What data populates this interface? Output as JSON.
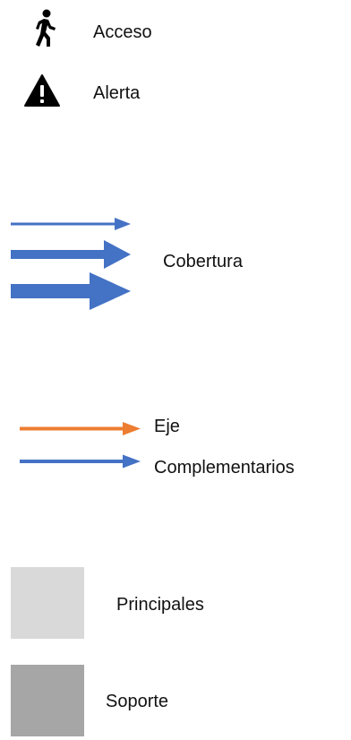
{
  "legend": {
    "icons": [
      {
        "icon": "walking-person-icon",
        "label": "Acceso"
      },
      {
        "icon": "warning-triangle-icon",
        "label": "Alerta"
      }
    ],
    "coverage": {
      "label": "Cobertura",
      "color": "#4472C4",
      "arrow_weights": [
        "thin",
        "medium",
        "thick"
      ]
    },
    "routes": [
      {
        "label": "Eje",
        "color": "#ED7D31"
      },
      {
        "label": "Complementarios",
        "color": "#4472C4"
      }
    ],
    "areas": [
      {
        "label": "Principales",
        "color": "#D9D9D9"
      },
      {
        "label": "Soporte",
        "color": "#A6A6A6"
      }
    ]
  }
}
